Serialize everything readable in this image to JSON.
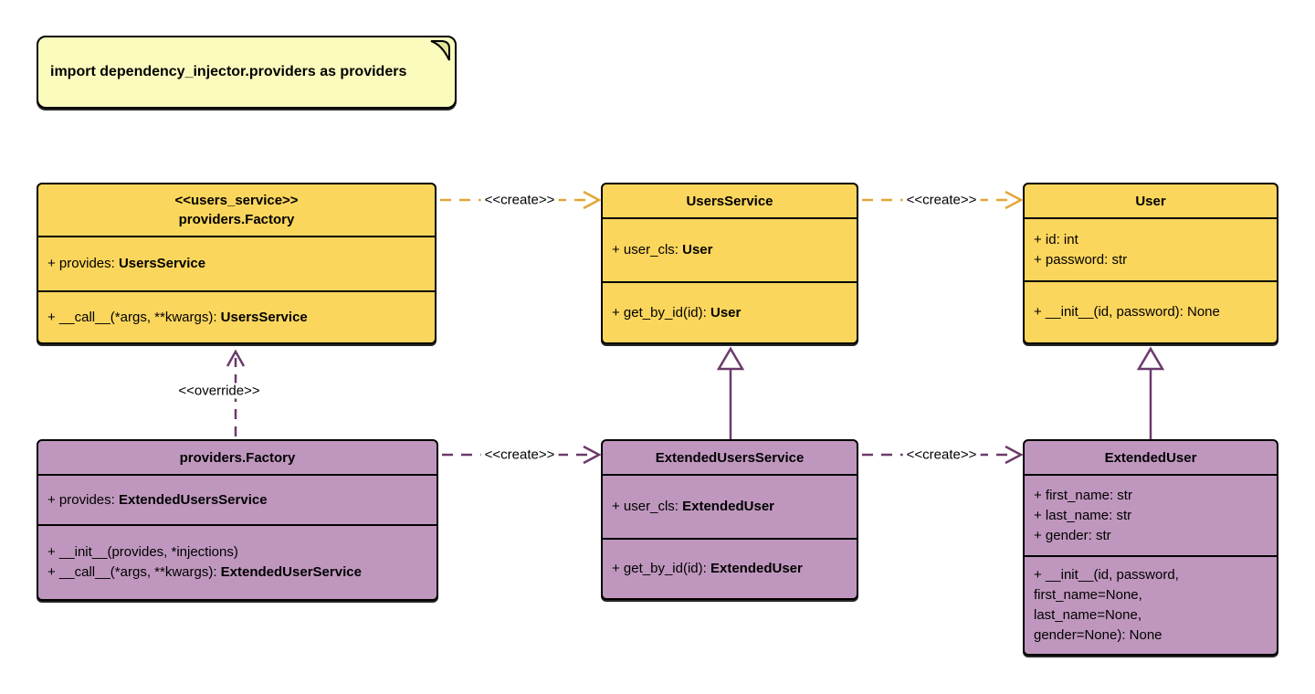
{
  "note": {
    "text": "import dependency_injector.providers as providers"
  },
  "edge_labels": {
    "create_top_1": "<<create>>",
    "create_top_2": "<<create>>",
    "create_bottom_1": "<<create>>",
    "create_bottom_2": "<<create>>",
    "override": "<<override>>"
  },
  "classes": {
    "users_factory": {
      "stereotype": "<<users_service>>",
      "name": "providers.Factory",
      "attributes": [
        {
          "label": "+ provides: ",
          "type": "UsersService"
        }
      ],
      "methods": [
        {
          "label": "+ __call__(*args, **kwargs): ",
          "type": "UsersService"
        }
      ]
    },
    "users_service": {
      "name": "UsersService",
      "attributes": [
        {
          "label": "+ user_cls: ",
          "type": "User"
        }
      ],
      "methods": [
        {
          "label": "+ get_by_id(id): ",
          "type": "User"
        }
      ]
    },
    "user": {
      "name": "User",
      "attributes": [
        {
          "label": "+ id: int"
        },
        {
          "label": "+ password: str"
        }
      ],
      "methods": [
        {
          "label": "+ __init__(id, password): None"
        }
      ]
    },
    "extended_factory": {
      "name": "providers.Factory",
      "attributes": [
        {
          "label": "+ provides: ",
          "type": "ExtendedUsersService"
        }
      ],
      "methods": [
        {
          "label": "+ __init__(provides, *injections)"
        },
        {
          "label": "+ __call__(*args, **kwargs): ",
          "type": "ExtendedUserService"
        }
      ]
    },
    "extended_users_service": {
      "name": "ExtendedUsersService",
      "attributes": [
        {
          "label": "+ user_cls: ",
          "type": "ExtendedUser"
        }
      ],
      "methods": [
        {
          "label": "+ get_by_id(id): ",
          "type": "ExtendedUser"
        }
      ]
    },
    "extended_user": {
      "name": "ExtendedUser",
      "attributes": [
        {
          "label": "+ first_name: str"
        },
        {
          "label": "+ last_name: str"
        },
        {
          "label": "+ gender: str"
        }
      ],
      "methods": [
        {
          "label": "+ __init__(id, password,"
        },
        {
          "label": "first_name=None,"
        },
        {
          "label": "last_name=None,"
        },
        {
          "label": "gender=None): None"
        }
      ]
    }
  },
  "colors": {
    "yellow_fill": "#FBD65D",
    "purple_fill": "#BF97BE",
    "note_fill": "#FBFBBE",
    "note_fold": "#E3E39B",
    "gold_arrow": "#E2A637",
    "purple_arrow": "#6C3A6B"
  }
}
